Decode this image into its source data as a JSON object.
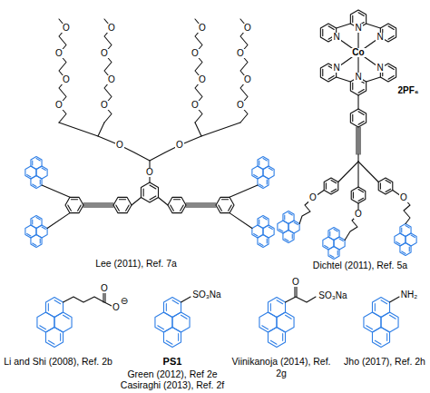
{
  "diagram": {
    "labels": [
      "O",
      "O",
      "O",
      "O",
      "O",
      "O",
      "O",
      "O",
      "O",
      "O",
      "O",
      "O",
      "O",
      "O",
      "O",
      "O",
      "O",
      "O",
      "O",
      "Lee (2011), Ref. 7a",
      "N",
      "N",
      "N",
      "N",
      "N",
      "N",
      "Co",
      "2PF₆",
      "O",
      "O",
      "O",
      "Dichtel (2011), Ref. 5a",
      "O",
      "O",
      "⊖",
      "Li and Shi (2008), Ref. 2b",
      "SO₃Na",
      "PS1",
      "Green (2012), Ref 2e",
      "Casiraghi (2013), Ref. 2f",
      "O",
      "SO₃Na",
      "Viinikanoja (2014), Ref. 2g",
      "NH₂",
      "Jho (2017), Ref. 2h"
    ]
  }
}
